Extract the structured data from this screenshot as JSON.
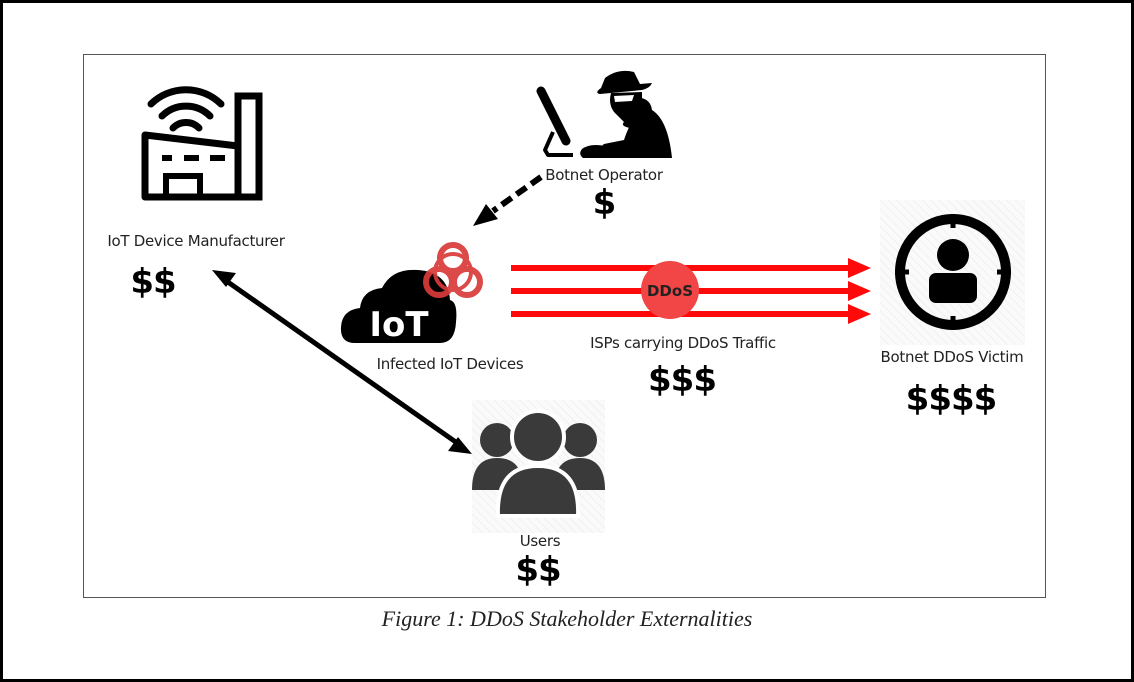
{
  "figure": {
    "caption": "Figure 1: DDoS Stakeholder Externalities"
  },
  "stakeholders": {
    "manufacturer": {
      "label": "IoT Device Manufacturer",
      "cost": "$$",
      "icon": "factory-wifi-icon"
    },
    "operator": {
      "label": "Botnet Operator",
      "cost": "$",
      "icon": "hacker-computer-icon"
    },
    "infected_devices": {
      "label": "Infected IoT Devices",
      "icon_text": "IoT",
      "icon": "iot-cloud-biohazard-icon"
    },
    "isps": {
      "label": "ISPs carrying DDoS Traffic",
      "cost": "$$$",
      "badge": "DDoS",
      "icon": "ddos-traffic-arrows"
    },
    "victim": {
      "label": "Botnet DDoS Victim",
      "cost": "$$$$",
      "icon": "target-user-icon"
    },
    "users": {
      "label": "Users",
      "cost": "$$",
      "icon": "users-group-icon"
    }
  },
  "relations": [
    {
      "from": "Botnet Operator",
      "to": "Infected IoT Devices",
      "style": "dashed",
      "direction": "one-way"
    },
    {
      "from": "Infected IoT Devices",
      "to": "Botnet DDoS Victim",
      "style": "red-triple",
      "direction": "one-way"
    },
    {
      "from": "IoT Device Manufacturer",
      "to": "Users",
      "style": "solid",
      "direction": "two-way"
    }
  ],
  "colors": {
    "ddos_red": "#ff0a0a",
    "ddos_badge": "#f24545",
    "biohazard": "#d93a3a",
    "icon_dark": "#000000",
    "users_icon": "#3a3a3a"
  }
}
